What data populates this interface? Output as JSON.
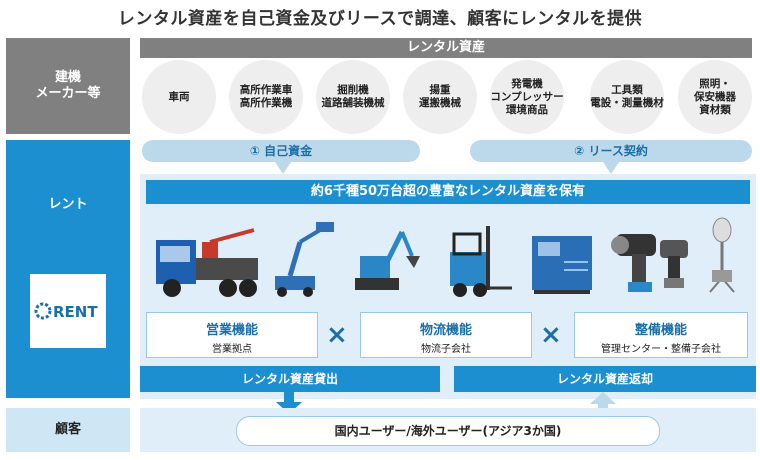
{
  "title": "レンタル資産を自己資金及びリースで調達、顧客にレンタルを提供",
  "rows": {
    "maker_label": "建機\nメーカー等",
    "rent_label": "レント",
    "customer_label": "顧客"
  },
  "assets": {
    "header": "レンタル資産",
    "items": [
      "車両",
      "高所作業車\n高所作業機",
      "掘削機\n道路舗装機械",
      "揚重\n運搬機械",
      "発電機\nコンプレッサー\n環境商品",
      "工具類\n電設・測量機材",
      "照明・\n保安機器\n資材類"
    ]
  },
  "funding": {
    "own": "① 自己資金",
    "lease": "② リース契約"
  },
  "banner": "約6千種50万台超の豊富なレンタル資産を保有",
  "functions": [
    {
      "title": "営業機能",
      "sub": "営業拠点"
    },
    {
      "title": "物流機能",
      "sub": "物流子会社"
    },
    {
      "title": "整備機能",
      "sub": "管理センター・整備子会社"
    }
  ],
  "times_symbol": "×",
  "flows": {
    "lend": "レンタル資産貸出",
    "return": "レンタル資産返却"
  },
  "customer": "国内ユーザー/海外ユーザー(アジア3か国)",
  "logo_text": "RENT",
  "colors": {
    "blue": "#1b8fd0",
    "gray": "#808080",
    "light": "#dfeef8"
  }
}
